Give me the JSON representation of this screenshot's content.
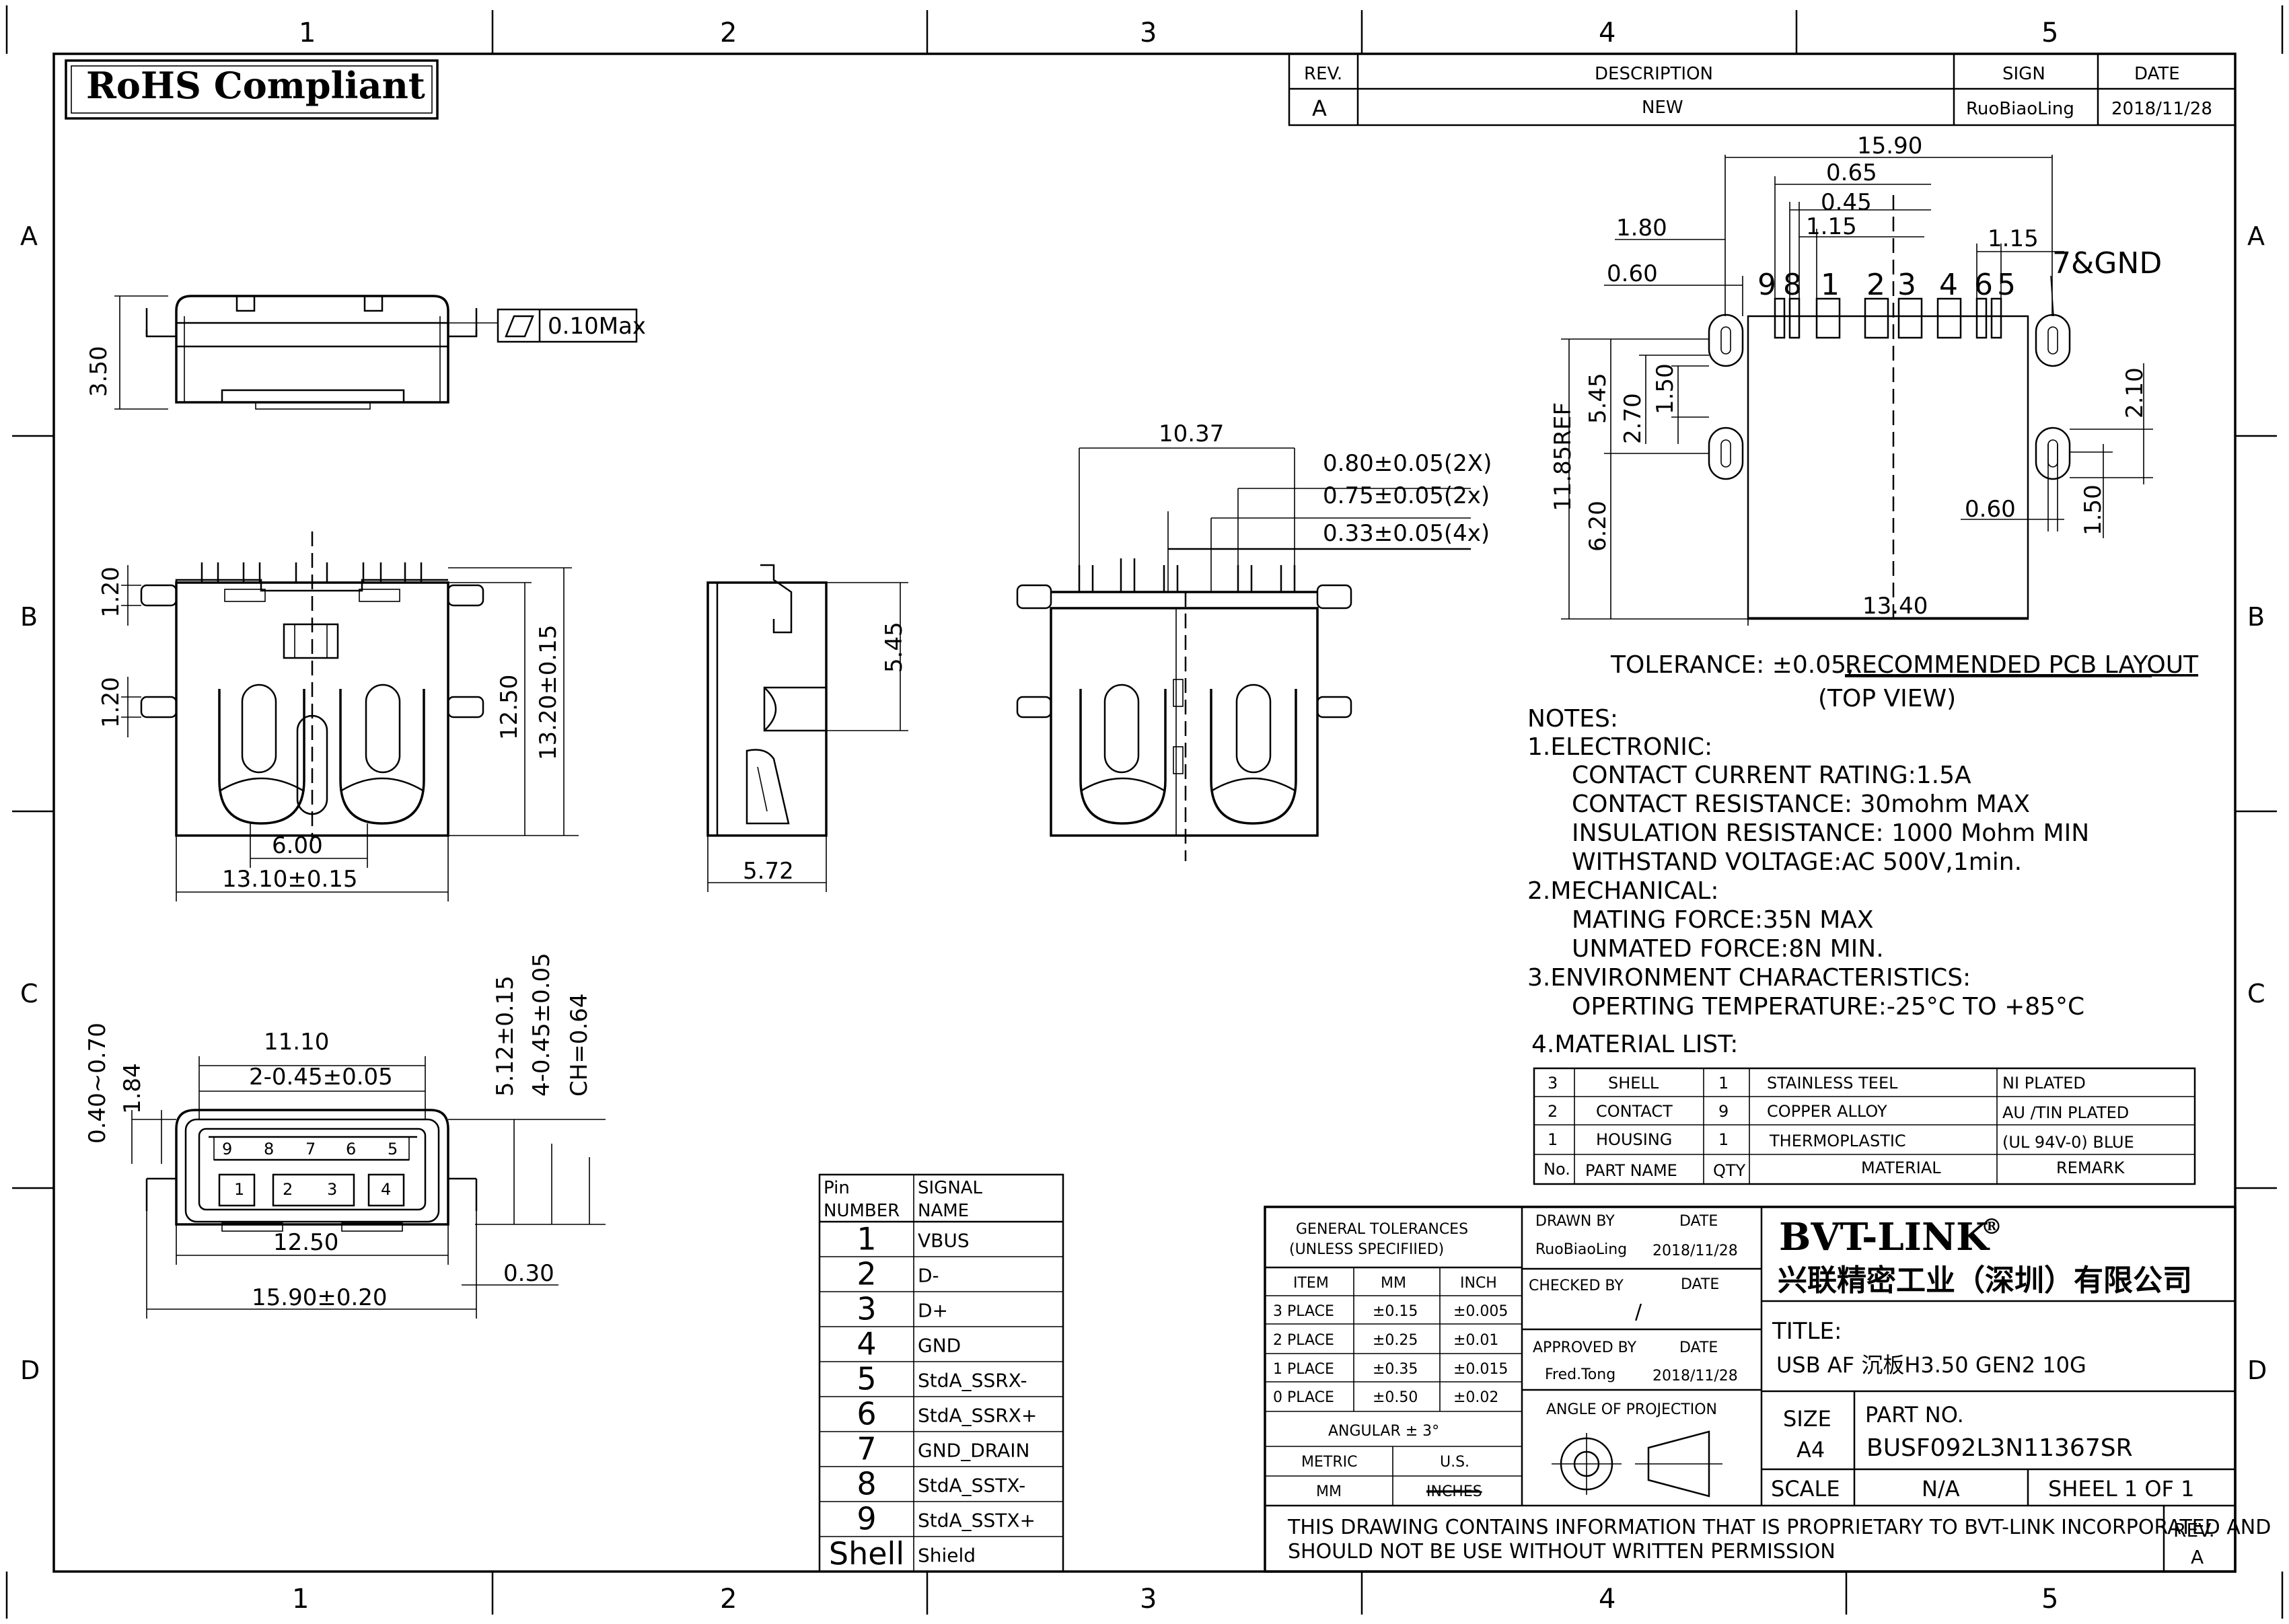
{
  "frame": {
    "cols": [
      "1",
      "2",
      "3",
      "4",
      "5"
    ],
    "rows": [
      "A",
      "B",
      "C",
      "D"
    ]
  },
  "badge": "RoHS Compliant",
  "revision_table": {
    "headers": [
      "REV.",
      "DESCRIPTION",
      "SIGN",
      "DATE"
    ],
    "row": [
      "A",
      "NEW",
      "RuoBiaoLing",
      "2018/11/28"
    ]
  },
  "top_view": {
    "height": "3.50",
    "flatness": "0.10Max"
  },
  "front_view": {
    "dims": [
      "1.20",
      "1.20",
      "12.50",
      "13.20±0.15",
      "6.00",
      "13.10±0.15"
    ]
  },
  "side_view": {
    "dims": [
      "5.45",
      "5.72"
    ]
  },
  "section_view": {
    "dims": [
      "10.37",
      "0.80±0.05(2X)",
      "0.75±0.05(2x)",
      "0.33±0.05(4x)"
    ]
  },
  "bottom_view": {
    "dims": [
      "11.10",
      "2-0.45±0.05",
      "0.40~0.70",
      "1.84",
      "5.12±0.15",
      "4-0.45±0.05",
      "CH=0.64",
      "12.50",
      "15.90±0.20",
      "0.30"
    ],
    "pins_top": [
      "9",
      "8",
      "7",
      "6",
      "5"
    ],
    "pins_bottom": [
      "1",
      "2",
      "3",
      "4"
    ]
  },
  "pcb_layout": {
    "dims": [
      "15.90",
      "0.65",
      "0.45",
      "1.15",
      "1.80",
      "0.60",
      "1.15",
      "11.85REF",
      "5.45",
      "2.70",
      "1.50",
      "6.20",
      "2.10",
      "0.60",
      "1.50",
      "13.40"
    ],
    "pin_labels": [
      "9",
      "8",
      "1",
      "2",
      "3",
      "4",
      "6",
      "5"
    ],
    "gnd_label": "7&GND",
    "tolerance": "TOLERANCE: ±0.05,",
    "title": "RECOMMENDED PCB LAYOUT",
    "subtitle": "(TOP VIEW)"
  },
  "notes": {
    "lines": [
      "NOTES:",
      "1.ELECTRONIC:",
      "CONTACT CURRENT RATING:1.5A",
      "CONTACT RESISTANCE: 30mohm MAX",
      "INSULATION RESISTANCE: 1000 Mohm MIN",
      "WITHSTAND VOLTAGE:AC 500V,1min.",
      "2.MECHANICAL:",
      "MATING FORCE:35N MAX",
      "UNMATED FORCE:8N MIN.",
      "3.ENVIRONMENT CHARACTERISTICS:",
      "OPERTING TEMPERATURE:-25°C TO +85°C",
      "4.MATERIAL LIST:"
    ]
  },
  "material_list": {
    "rows": [
      [
        "3",
        "SHELL",
        "1",
        "STAINLESS TEEL",
        "NI PLATED"
      ],
      [
        "2",
        "CONTACT",
        "9",
        "COPPER ALLOY",
        "AU /TIN PLATED"
      ],
      [
        "1",
        "HOUSING",
        "1",
        "THERMOPLASTIC",
        "(UL 94V-0) BLUE"
      ]
    ],
    "headers": [
      "No.",
      "PART NAME",
      "QTY",
      "MATERIAL",
      "REMARK"
    ]
  },
  "pin_table": {
    "headers": [
      "Pin",
      "NUMBER",
      "SIGNAL",
      "NAME"
    ],
    "rows": [
      [
        "1",
        "VBUS"
      ],
      [
        "2",
        "D-"
      ],
      [
        "3",
        "D+"
      ],
      [
        "4",
        "GND"
      ],
      [
        "5",
        "StdA_SSRX-"
      ],
      [
        "6",
        "StdA_SSRX+"
      ],
      [
        "7",
        "GND_DRAIN"
      ],
      [
        "8",
        "StdA_SSTX-"
      ],
      [
        "9",
        "StdA_SSTX+"
      ],
      [
        "Shell",
        "Shield"
      ]
    ]
  },
  "title_block": {
    "gen_tol": [
      "GENERAL TOLERANCES",
      "(UNLESS SPECIFIIED)"
    ],
    "tol_headers": [
      "ITEM",
      "MM",
      "INCH"
    ],
    "tol_rows": [
      [
        "3 PLACE",
        "±0.15",
        "±0.005"
      ],
      [
        "2 PLACE",
        "±0.25",
        "±0.01"
      ],
      [
        "1 PLACE",
        "±0.35",
        "±0.015"
      ],
      [
        "0 PLACE",
        "±0.50",
        "±0.02"
      ]
    ],
    "angular": "ANGULAR ± 3°",
    "units": [
      "METRIC",
      "U.S.",
      "MM",
      "INCHES"
    ],
    "drawn_by": "DRAWN BY",
    "checked_by": "CHECKED BY",
    "approved_by": "APPROVED BY",
    "date_label": "DATE",
    "drawn_name": "RuoBiaoLing",
    "drawn_date": "2018/11/28",
    "checked_mark": "/",
    "approved_name": "Fred.Tong",
    "approved_date": "2018/11/28",
    "projection": "ANGLE OF PROJECTION",
    "company": "BVT-LINK",
    "reg": "®",
    "company_cn": "兴联精密工业（深圳）有限公司",
    "title_label": "TITLE:",
    "title_value": "USB AF 沉板H3.50 GEN2 10G",
    "size_label": "SIZE",
    "size_value": "A4",
    "part_label": "PART NO.",
    "part_value": "BUSF092L3N11367SR",
    "scale_label": "SCALE",
    "scale_value": "N/A",
    "sheet": "SHEEL 1 OF 1",
    "proprietary": [
      "THIS DRAWING CONTAINS INFORMATION THAT IS PROPRIETARY TO BVT-LINK INCORPORATED AND",
      "SHOULD NOT BE USE WITHOUT WRITTEN PERMISSION"
    ],
    "rev_label": "REV.",
    "rev_value": "A"
  }
}
